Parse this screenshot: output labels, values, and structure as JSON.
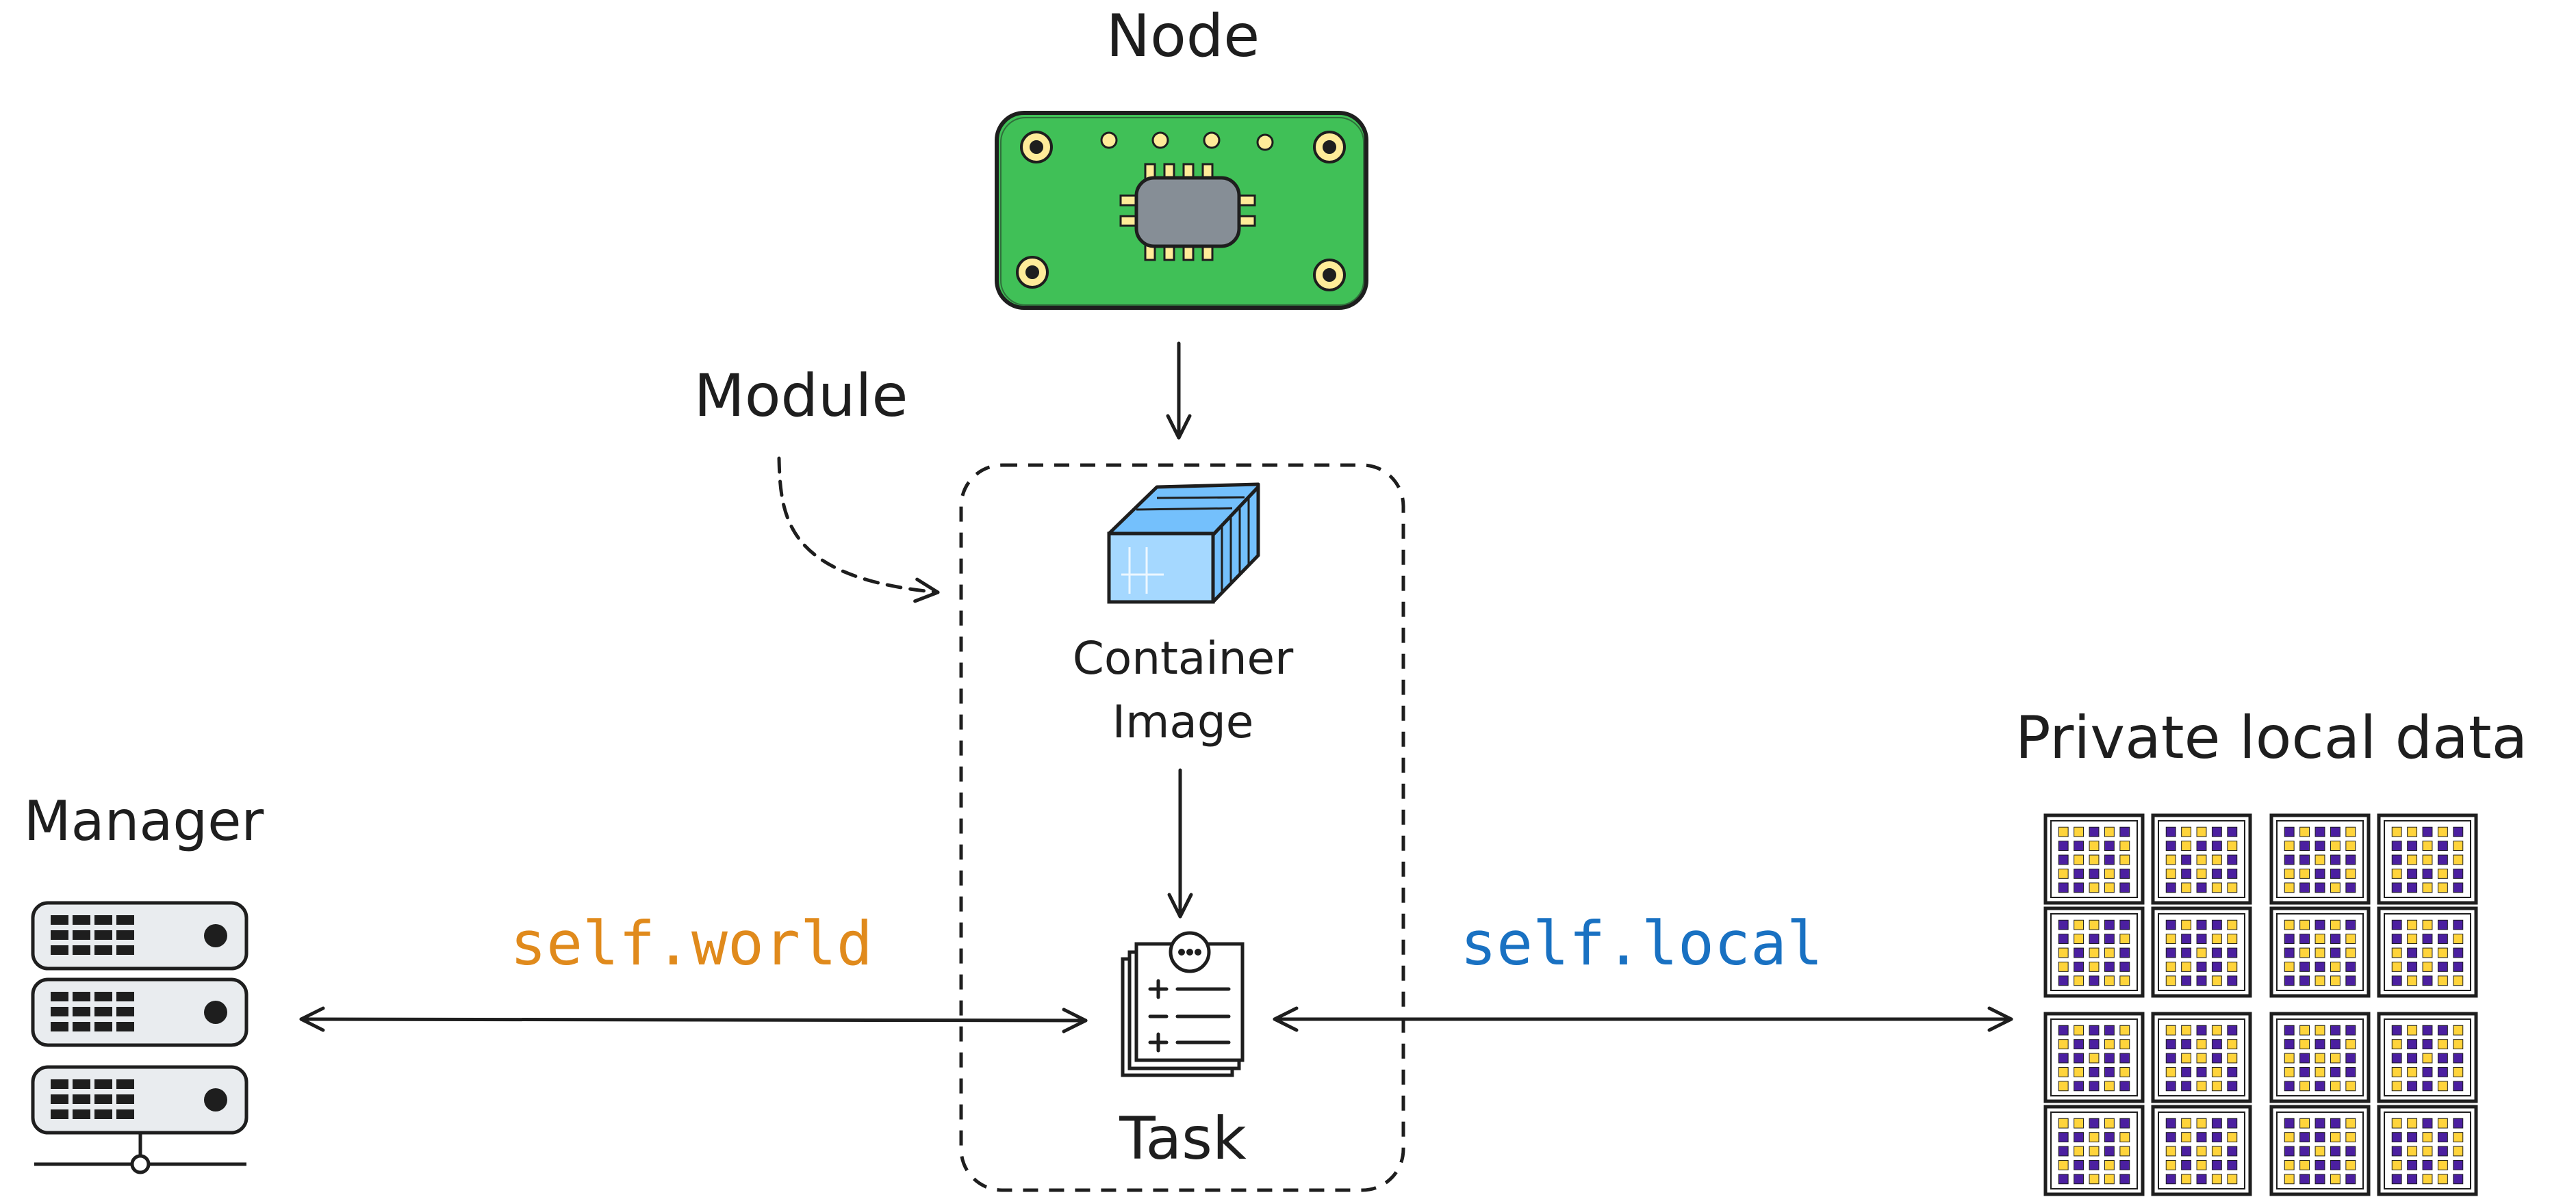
{
  "labels": {
    "node": "Node",
    "module": "Module",
    "container_line1": "Container",
    "container_line2": "Image",
    "task": "Task",
    "manager": "Manager",
    "private_data": "Private local data",
    "self_world": "self.world",
    "self_local": "self.local"
  },
  "colors": {
    "stroke": "#1e1e1e",
    "self_world": "#e08a1c",
    "self_local": "#1971c2",
    "node_board": "#40c057",
    "node_chip": "#868e96",
    "node_pins": "#ffec99",
    "container": "#a5d8ff",
    "server_fill": "#e9ecef",
    "data_square": "#4b1fa0",
    "data_dot": "#ffd43b"
  },
  "icons": {
    "node": "circuit-board-icon",
    "container": "shipping-container-icon",
    "task": "task-document-icon",
    "manager": "server-rack-icon",
    "data": "data-grid-icon"
  }
}
